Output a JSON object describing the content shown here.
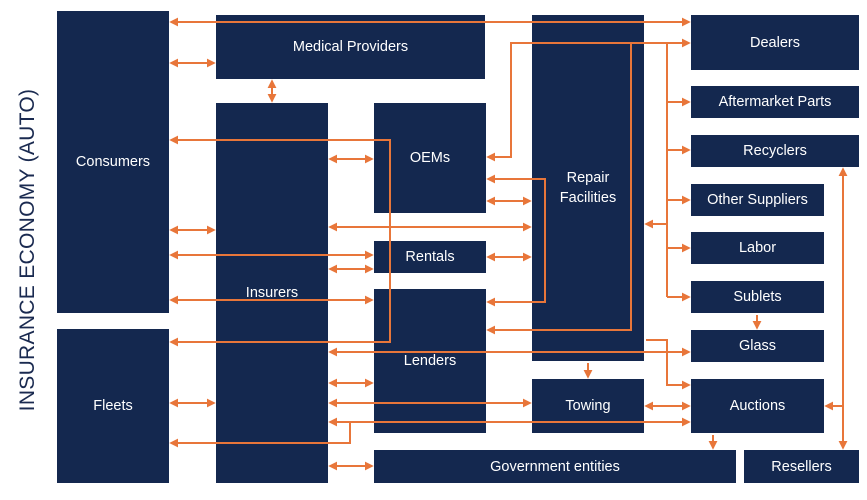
{
  "diagram": {
    "title": "INSURANCE ECONOMY (AUTO)",
    "nodes": {
      "consumers": "Consumers",
      "fleets": "Fleets",
      "medical_providers": "Medical Providers",
      "insurers": "Insurers",
      "oems": "OEMs",
      "rentals": "Rentals",
      "lenders": "Lenders",
      "repair_facilities": "Repair\nFacilities",
      "towing": "Towing",
      "government_entities": "Government entities",
      "dealers": "Dealers",
      "aftermarket_parts": "Aftermarket Parts",
      "recyclers": "Recyclers",
      "other_suppliers": "Other Suppliers",
      "labor": "Labor",
      "sublets": "Sublets",
      "glass": "Glass",
      "auctions": "Auctions",
      "resellers": "Resellers"
    },
    "colors": {
      "box": "#14284f",
      "box_text": "#ffffff",
      "connector": "#e8763a",
      "title": "#1a2a50"
    }
  }
}
